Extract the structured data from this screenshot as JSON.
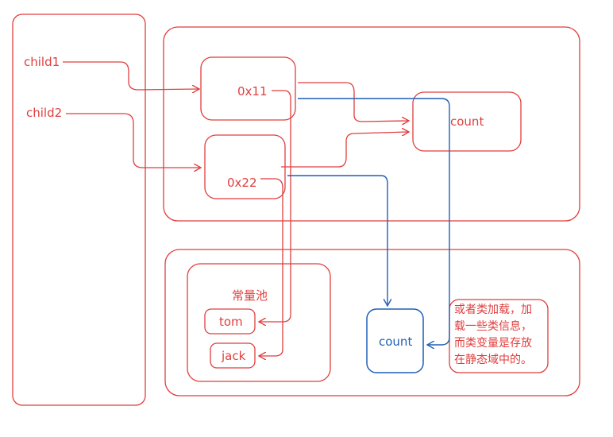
{
  "labels": {
    "child1": "child1",
    "child2": "child2",
    "addr1": "0x11",
    "addr2": "0x22",
    "count_heap": "count",
    "constant_pool": "常量池",
    "tom": "tom",
    "jack": "jack",
    "count_method_area": "count"
  },
  "note": {
    "lines": [
      "或者类加载，加",
      "载一些类信息，",
      "而类变量是存放",
      "在静态域中的。"
    ]
  },
  "colors": {
    "red": "#e03e3e",
    "blue": "#1f5fb8",
    "background": "#ffffff"
  }
}
